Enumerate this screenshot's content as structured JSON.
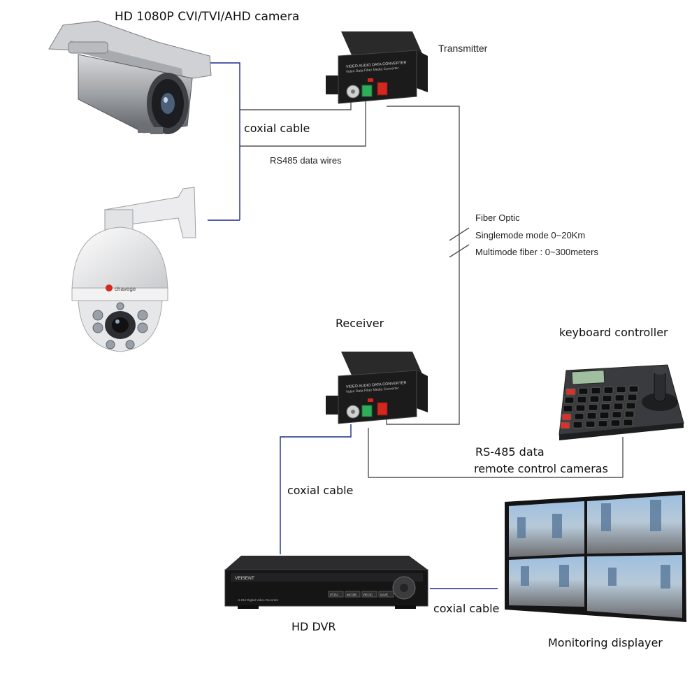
{
  "labels": {
    "hd_camera": "HD 1080P CVI/TVI/AHD camera",
    "transmitter": "Transmitter",
    "coaxial_top": "coxial cable",
    "rs485_wires": "RS485 data wires",
    "fiber_optic": "Fiber Optic",
    "singlemode": "Singlemode mode 0~20Km",
    "multimode": "Multimode fiber : 0~300meters",
    "receiver": "Receiver",
    "keyboard_controller": "keyboard controller",
    "rs485_data": "RS-485 data",
    "remote_control": "remote  control cameras",
    "coaxial_mid": "coxial cable",
    "coaxial_bottom": "coxial cable",
    "hd_dvr": "HD DVR",
    "monitoring": "Monitoring displayer"
  },
  "devices": {
    "converter_title": "VIDEO AUDIO DATA CONVERTER",
    "converter_subtitle": "Video Data Fiber Media Converter",
    "ptz_brand": "chavege",
    "dvr_brand": "VEISENT",
    "dvr_model": "H.264 Digital Video Recorder",
    "dvr_buttons": [
      "PTZ/A",
      "INFO/B",
      "REC/C",
      "SAVE"
    ]
  },
  "colors": {
    "line_blue": "#1a2a8a",
    "line_gray": "#555555",
    "device_black": "#1b1b1b",
    "fiber_red": "#d3281f",
    "terminal_green": "#2fae5a",
    "key_red": "#d8332a"
  }
}
